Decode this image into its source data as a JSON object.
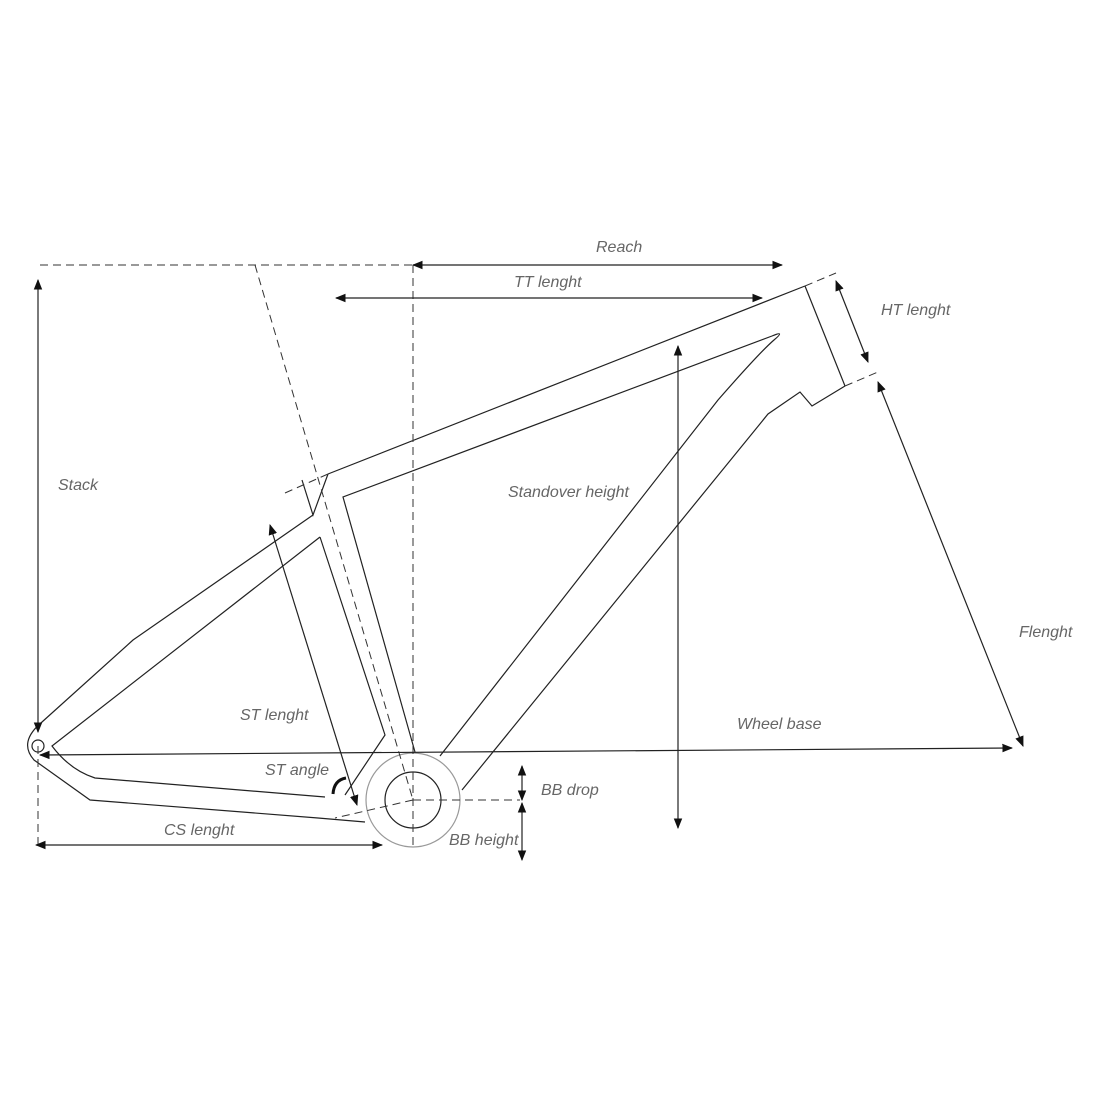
{
  "labels": {
    "reach": "Reach",
    "tt_length": "TT lenght",
    "ht_length": "HT lenght",
    "stack": "Stack",
    "standover": "Standover height",
    "f_length": "Flenght",
    "st_length": "ST lenght",
    "wheel_base": "Wheel base",
    "st_angle": "ST angle",
    "bb_drop": "BB drop",
    "cs_length": "CS lenght",
    "bb_height": "BB height"
  },
  "colors": {
    "line": "#222222",
    "label": "#666666",
    "bb_ring": "#999999"
  }
}
